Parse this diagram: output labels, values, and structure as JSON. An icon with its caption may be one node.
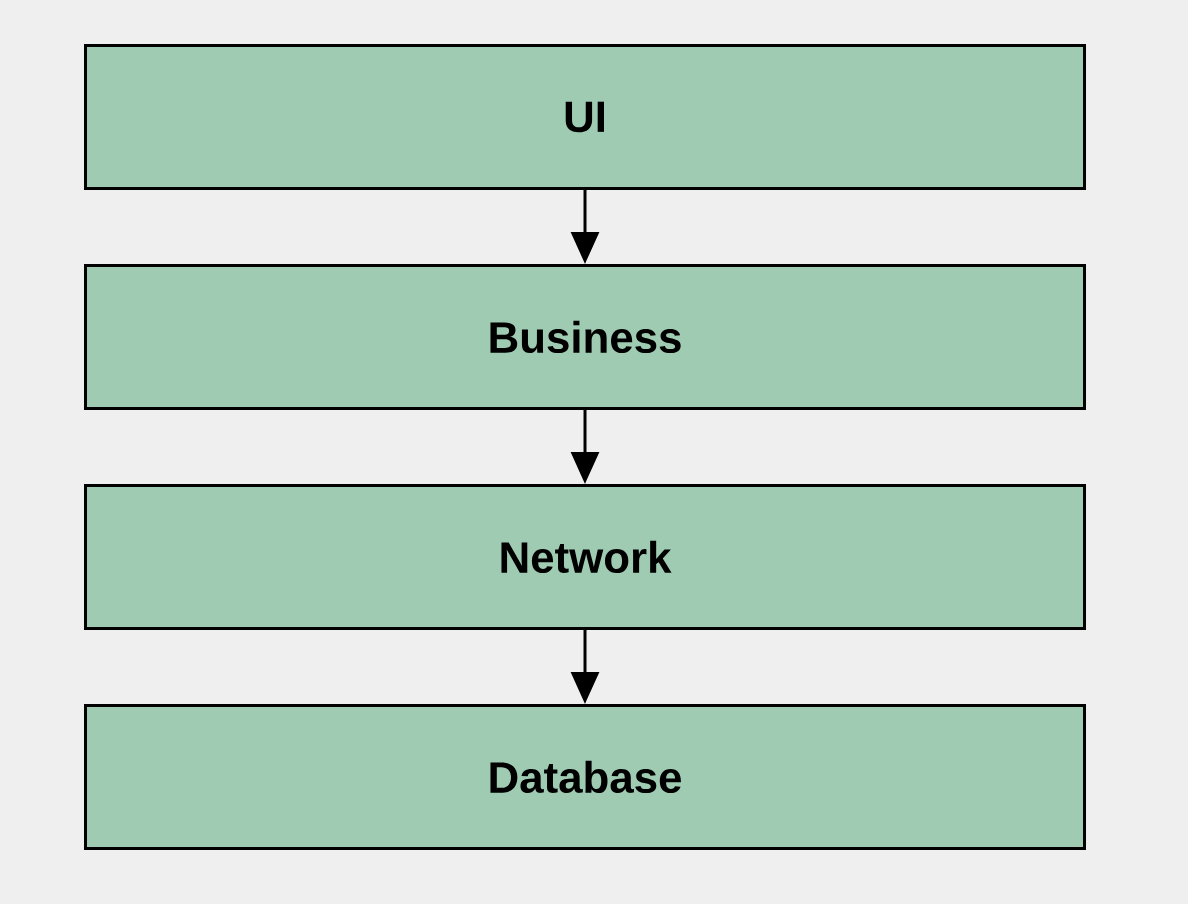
{
  "diagram": {
    "nodes": [
      {
        "text": [
          "UI"
        ]
      },
      {
        "text": [
          "Business"
        ]
      },
      {
        "text": [
          "Network"
        ]
      },
      {
        "text": [
          "Database"
        ]
      }
    ],
    "edges": [
      {
        "from": 0,
        "to": 1,
        "arrow": "to"
      },
      {
        "from": 1,
        "to": 2,
        "arrow": "to"
      },
      {
        "from": 2,
        "to": 3,
        "arrow": "to"
      }
    ]
  }
}
